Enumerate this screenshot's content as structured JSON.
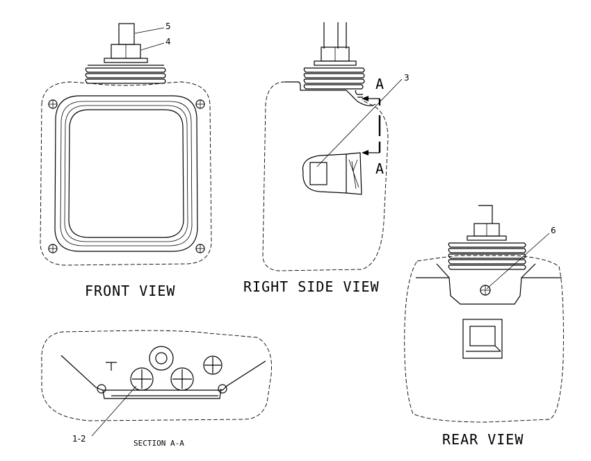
{
  "views": {
    "front": "FRONT VIEW",
    "right_side": "RIGHT SIDE VIEW",
    "rear": "REAR VIEW",
    "section": "SECTION A-A"
  },
  "section_marker": {
    "top": "A",
    "bottom": "A"
  },
  "callouts": {
    "c5": "5",
    "c4": "4",
    "c3": "3",
    "c6": "6",
    "c12": "1-2"
  }
}
